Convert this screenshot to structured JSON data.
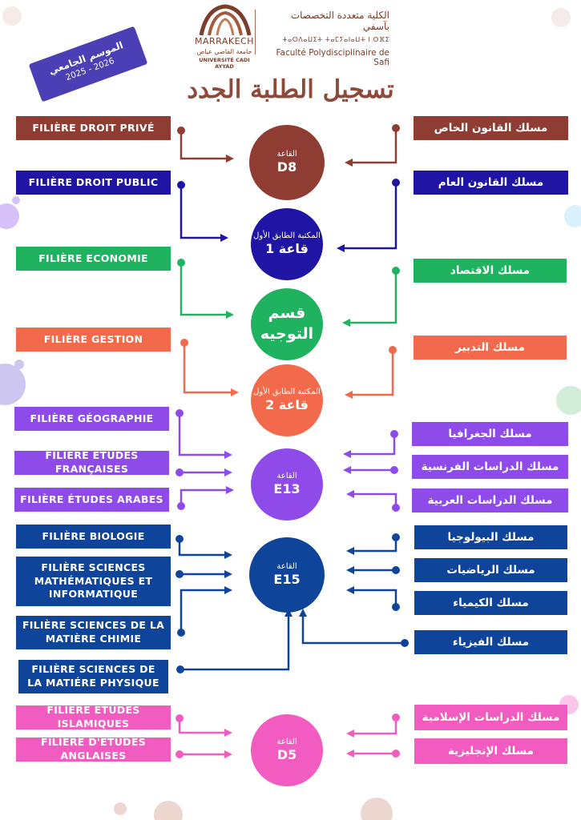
{
  "header": {
    "logo_city": "MARRAKECH",
    "logo_arabic": "جامعة القاضي عياض",
    "logo_university": "UNIVERSITÉ CADI AYYAD",
    "faculty_arabic": "الكلية متعددة التخصصات بآسفي",
    "faculty_tifinagh": "ⵜⴰⵙⴷⴰⵡⵉⵜ ⵜⴰⵎⵢⴰⵏⴰⵡⵜ ⵏ ⵙⴼⵉ",
    "faculty_french": "Faculté Polydisciplinaire de Safi",
    "season_label": "الموسم الجامعي",
    "season_years": "2025 - 2026",
    "title": "تسجيل الطلبة الجدد"
  },
  "colors": {
    "droit_prive": "#8f3c33",
    "droit_public": "#1f14a3",
    "economie": "#1fb360",
    "gestion": "#f26a4b",
    "lettres": "#8f4bea",
    "sciences": "#0f449b",
    "islamiques": "#f25bbf",
    "title": "#8d4a3b",
    "season": "#4b3fb6"
  },
  "rooms": [
    {
      "id": "d8",
      "small": "القاعة",
      "big": "D8",
      "color_key": "droit_prive"
    },
    {
      "id": "bib1",
      "small": "المكتبة الطابق الأول",
      "big": "قاعة 1",
      "color_key": "droit_public"
    },
    {
      "id": "orient",
      "small": "",
      "big": "قسم التوجيه",
      "color_key": "economie"
    },
    {
      "id": "bib2",
      "small": "المكتبة الطابق الأول",
      "big": "قاعة 2",
      "color_key": "gestion"
    },
    {
      "id": "e13",
      "small": "القاعة",
      "big": "E13",
      "color_key": "lettres"
    },
    {
      "id": "e15",
      "small": "القاعة",
      "big": "E15",
      "color_key": "sciences"
    },
    {
      "id": "d5",
      "small": "القاعة",
      "big": "D5",
      "color_key": "islamiques"
    }
  ],
  "filieres_fr": [
    {
      "id": "droit-prive",
      "label": "FILIÈRE DROIT PRIVÉ",
      "color_key": "droit_prive",
      "room": "d8"
    },
    {
      "id": "droit-public",
      "label": "FILIÈRE DROIT PUBLIC",
      "color_key": "droit_public",
      "room": "bib1"
    },
    {
      "id": "economie",
      "label": "FILIÈRE ECONOMIE",
      "color_key": "economie",
      "room": "orient"
    },
    {
      "id": "gestion",
      "label": "FILIÈRE GESTION",
      "color_key": "gestion",
      "room": "bib2"
    },
    {
      "id": "geographie",
      "label": "FILIÈRE GÉOGRAPHIE",
      "color_key": "lettres",
      "room": "e13"
    },
    {
      "id": "etudes-francaises",
      "label": "FILIÈRE ÉTUDES FRANÇAISES",
      "color_key": "lettres",
      "room": "e13"
    },
    {
      "id": "etudes-arabes",
      "label": "FILIÈRE ÉTUDES ARABES",
      "color_key": "lettres",
      "room": "e13"
    },
    {
      "id": "biologie",
      "label": "FILIÈRE BIOLOGIE",
      "color_key": "sciences",
      "room": "e15"
    },
    {
      "id": "smi",
      "label": "FILIÈRE SCIENCES MATHÉMATIQUES ET INFORMATIQUE",
      "color_key": "sciences",
      "room": "e15"
    },
    {
      "id": "smc",
      "label": "FILIÈRE SCIENCES DE LA MATIÈRE CHIMIE",
      "color_key": "sciences",
      "room": "e15"
    },
    {
      "id": "smp",
      "label": "FILIÈRE SCIENCES DE LA MATIÉRE PHYSIQUE",
      "color_key": "sciences",
      "room": "e15"
    },
    {
      "id": "etudes-islamiques",
      "label": "FILIÈRE ÉTUDES ISLAMIQUES",
      "color_key": "islamiques",
      "room": "d5"
    },
    {
      "id": "etudes-anglaises",
      "label": "FILIÈRE D'ÉTUDES ANGLAISES",
      "color_key": "islamiques",
      "room": "d5"
    }
  ],
  "filieres_ar": [
    {
      "id": "droit-prive",
      "label": "مسلك القانون الخاص",
      "color_key": "droit_prive",
      "room": "d8"
    },
    {
      "id": "droit-public",
      "label": "مسلك القانون العام",
      "color_key": "droit_public",
      "room": "bib1"
    },
    {
      "id": "economie",
      "label": "مسلك الاقتصاد",
      "color_key": "economie",
      "room": "orient"
    },
    {
      "id": "gestion",
      "label": "مسلك التدبير",
      "color_key": "gestion",
      "room": "bib2"
    },
    {
      "id": "geographie",
      "label": "مسلك الجغرافيا",
      "color_key": "lettres",
      "room": "e13"
    },
    {
      "id": "etudes-francaises",
      "label": "مسلك الدراسات الفرنسية",
      "color_key": "lettres",
      "room": "e13"
    },
    {
      "id": "etudes-arabes",
      "label": "مسلك الدراسات العربية",
      "color_key": "lettres",
      "room": "e13"
    },
    {
      "id": "biologie",
      "label": "مسلك البيولوجيا",
      "color_key": "sciences",
      "room": "e15"
    },
    {
      "id": "maths",
      "label": "مسلك الرياضيات",
      "color_key": "sciences",
      "room": "e15"
    },
    {
      "id": "chimie",
      "label": "مسلك الكيمياء",
      "color_key": "sciences",
      "room": "e15"
    },
    {
      "id": "physique",
      "label": "مسلك الفيزياء",
      "color_key": "sciences",
      "room": "e15"
    },
    {
      "id": "etudes-islamiques",
      "label": "مسلك الدراسات الإسلامية",
      "color_key": "islamiques",
      "room": "d5"
    },
    {
      "id": "anglais",
      "label": "مسلك الإنجليزية",
      "color_key": "islamiques",
      "room": "d5"
    }
  ]
}
